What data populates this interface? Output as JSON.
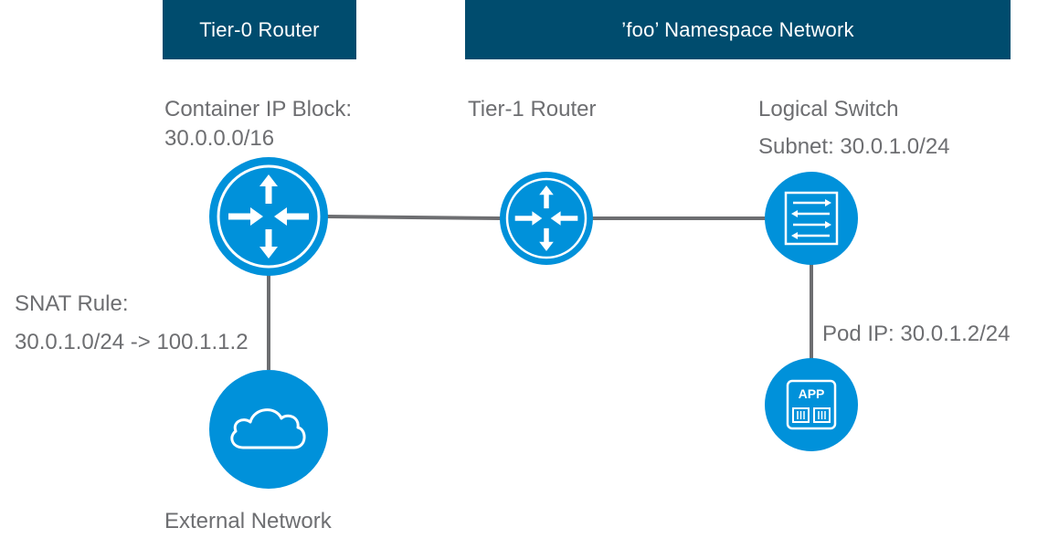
{
  "headers": {
    "tier0": "Tier-0 Router",
    "namespace": "’foo’ Namespace Network"
  },
  "tier0_router": {
    "label_line1": "Container IP Block:",
    "label_line2": "30.0.0.0/16",
    "icon": "router-icon"
  },
  "tier1_router": {
    "label": "Tier-1 Router",
    "icon": "router-icon"
  },
  "logical_switch": {
    "label": "Logical Switch",
    "subnet": "Subnet: 30.0.1.0/24",
    "icon": "switch-icon"
  },
  "pod": {
    "ip_label": "Pod IP: 30.0.1.2/24",
    "app_text": "APP",
    "icon": "app-icon"
  },
  "snat": {
    "label_line1": "SNAT Rule:",
    "label_line2": "30.0.1.0/24 -> 100.1.1.2"
  },
  "external": {
    "label": "External Network",
    "icon": "cloud-icon"
  },
  "colors": {
    "header_bg": "#004c6e",
    "node_fill": "#0091da",
    "link": "#6d6e71",
    "text": "#6d6e71"
  }
}
